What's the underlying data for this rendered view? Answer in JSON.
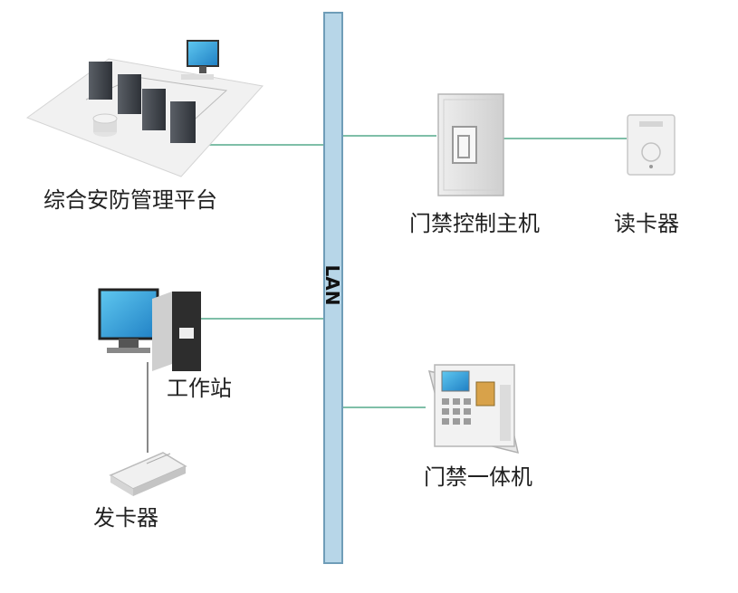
{
  "bus": {
    "label": "LAN",
    "fill": "#b7d6e8",
    "stroke": "#6f9db8"
  },
  "connector_color": "#7fbfa8",
  "nodes": {
    "platform": {
      "label": "综合安防管理平台"
    },
    "controller": {
      "label": "门禁控制主机"
    },
    "reader": {
      "label": "读卡器"
    },
    "workstation": {
      "label": "工作站"
    },
    "issuer": {
      "label": "发卡器"
    },
    "terminal": {
      "label": "门禁一体机"
    }
  }
}
